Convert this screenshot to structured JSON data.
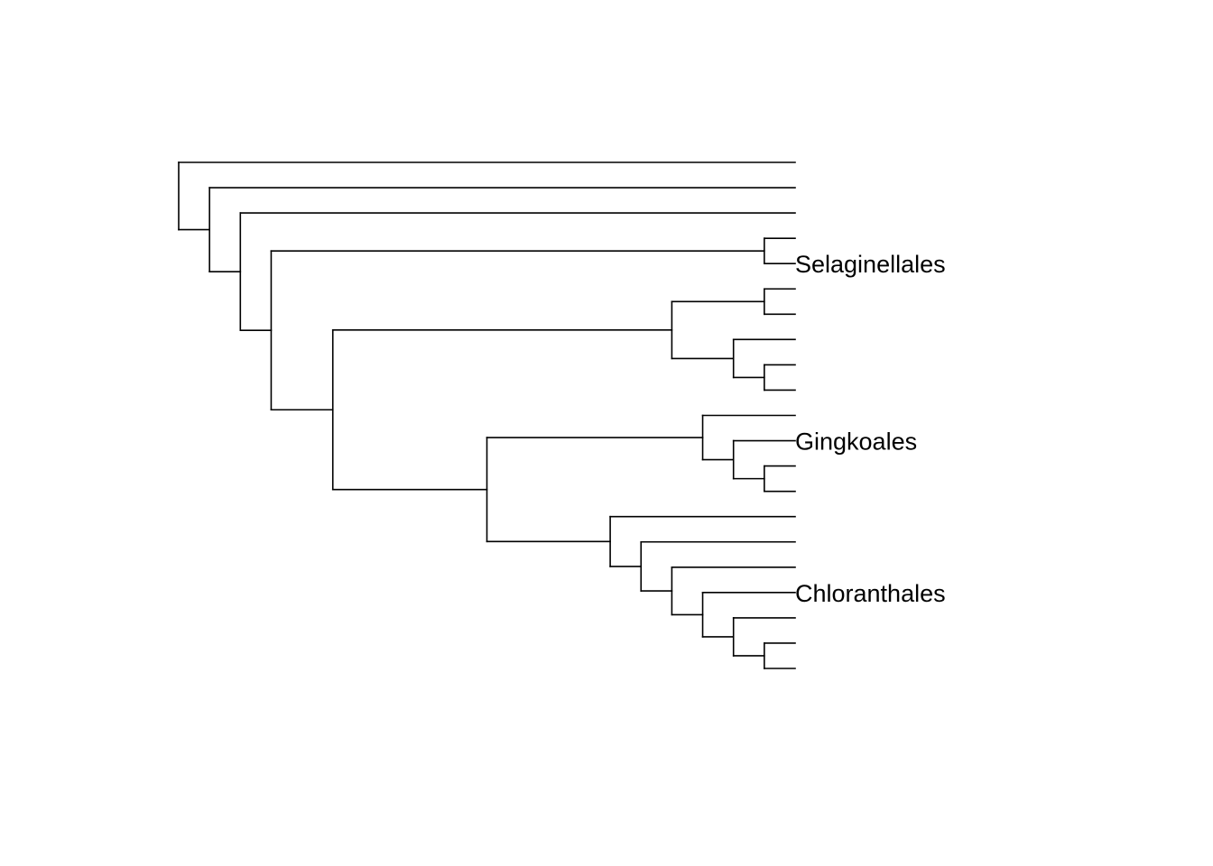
{
  "diagram": {
    "type": "phylogenetic-tree",
    "line_color": "#000000",
    "max_depth": 20,
    "tree": {
      "depth": 0,
      "children": [
        {
          "label": ""
        },
        {
          "depth": 1,
          "children": [
            {
              "label": ""
            },
            {
              "depth": 2,
              "children": [
                {
                  "label": ""
                },
                {
                  "depth": 3,
                  "children": [
                    {
                      "depth": 19,
                      "children": [
                        {
                          "label": ""
                        },
                        {
                          "label": "Selaginellales"
                        }
                      ]
                    },
                    {
                      "depth": 5,
                      "children": [
                        {
                          "depth": 16,
                          "children": [
                            {
                              "depth": 19,
                              "children": [
                                {
                                  "label": ""
                                },
                                {
                                  "label": ""
                                }
                              ]
                            },
                            {
                              "depth": 18,
                              "children": [
                                {
                                  "label": ""
                                },
                                {
                                  "depth": 19,
                                  "children": [
                                    {
                                      "label": ""
                                    },
                                    {
                                      "label": ""
                                    }
                                  ]
                                }
                              ]
                            }
                          ]
                        },
                        {
                          "depth": 10,
                          "children": [
                            {
                              "depth": 17,
                              "children": [
                                {
                                  "label": ""
                                },
                                {
                                  "depth": 18,
                                  "children": [
                                    {
                                      "label": "Gingkoales"
                                    },
                                    {
                                      "depth": 19,
                                      "children": [
                                        {
                                          "label": ""
                                        },
                                        {
                                          "label": ""
                                        }
                                      ]
                                    }
                                  ]
                                }
                              ]
                            },
                            {
                              "depth": 14,
                              "children": [
                                {
                                  "label": ""
                                },
                                {
                                  "depth": 15,
                                  "children": [
                                    {
                                      "label": ""
                                    },
                                    {
                                      "depth": 16,
                                      "children": [
                                        {
                                          "label": ""
                                        },
                                        {
                                          "depth": 17,
                                          "children": [
                                            {
                                              "label": "Chloranthales"
                                            },
                                            {
                                              "depth": 18,
                                              "children": [
                                                {
                                                  "label": ""
                                                },
                                                {
                                                  "depth": 19,
                                                  "children": [
                                                    {
                                                      "label": ""
                                                    },
                                                    {
                                                      "label": ""
                                                    }
                                                  ]
                                                }
                                              ]
                                            }
                                          ]
                                        }
                                      ]
                                    }
                                  ]
                                }
                              ]
                            }
                          ]
                        }
                      ]
                    }
                  ]
                }
              ]
            }
          ]
        }
      ]
    }
  }
}
